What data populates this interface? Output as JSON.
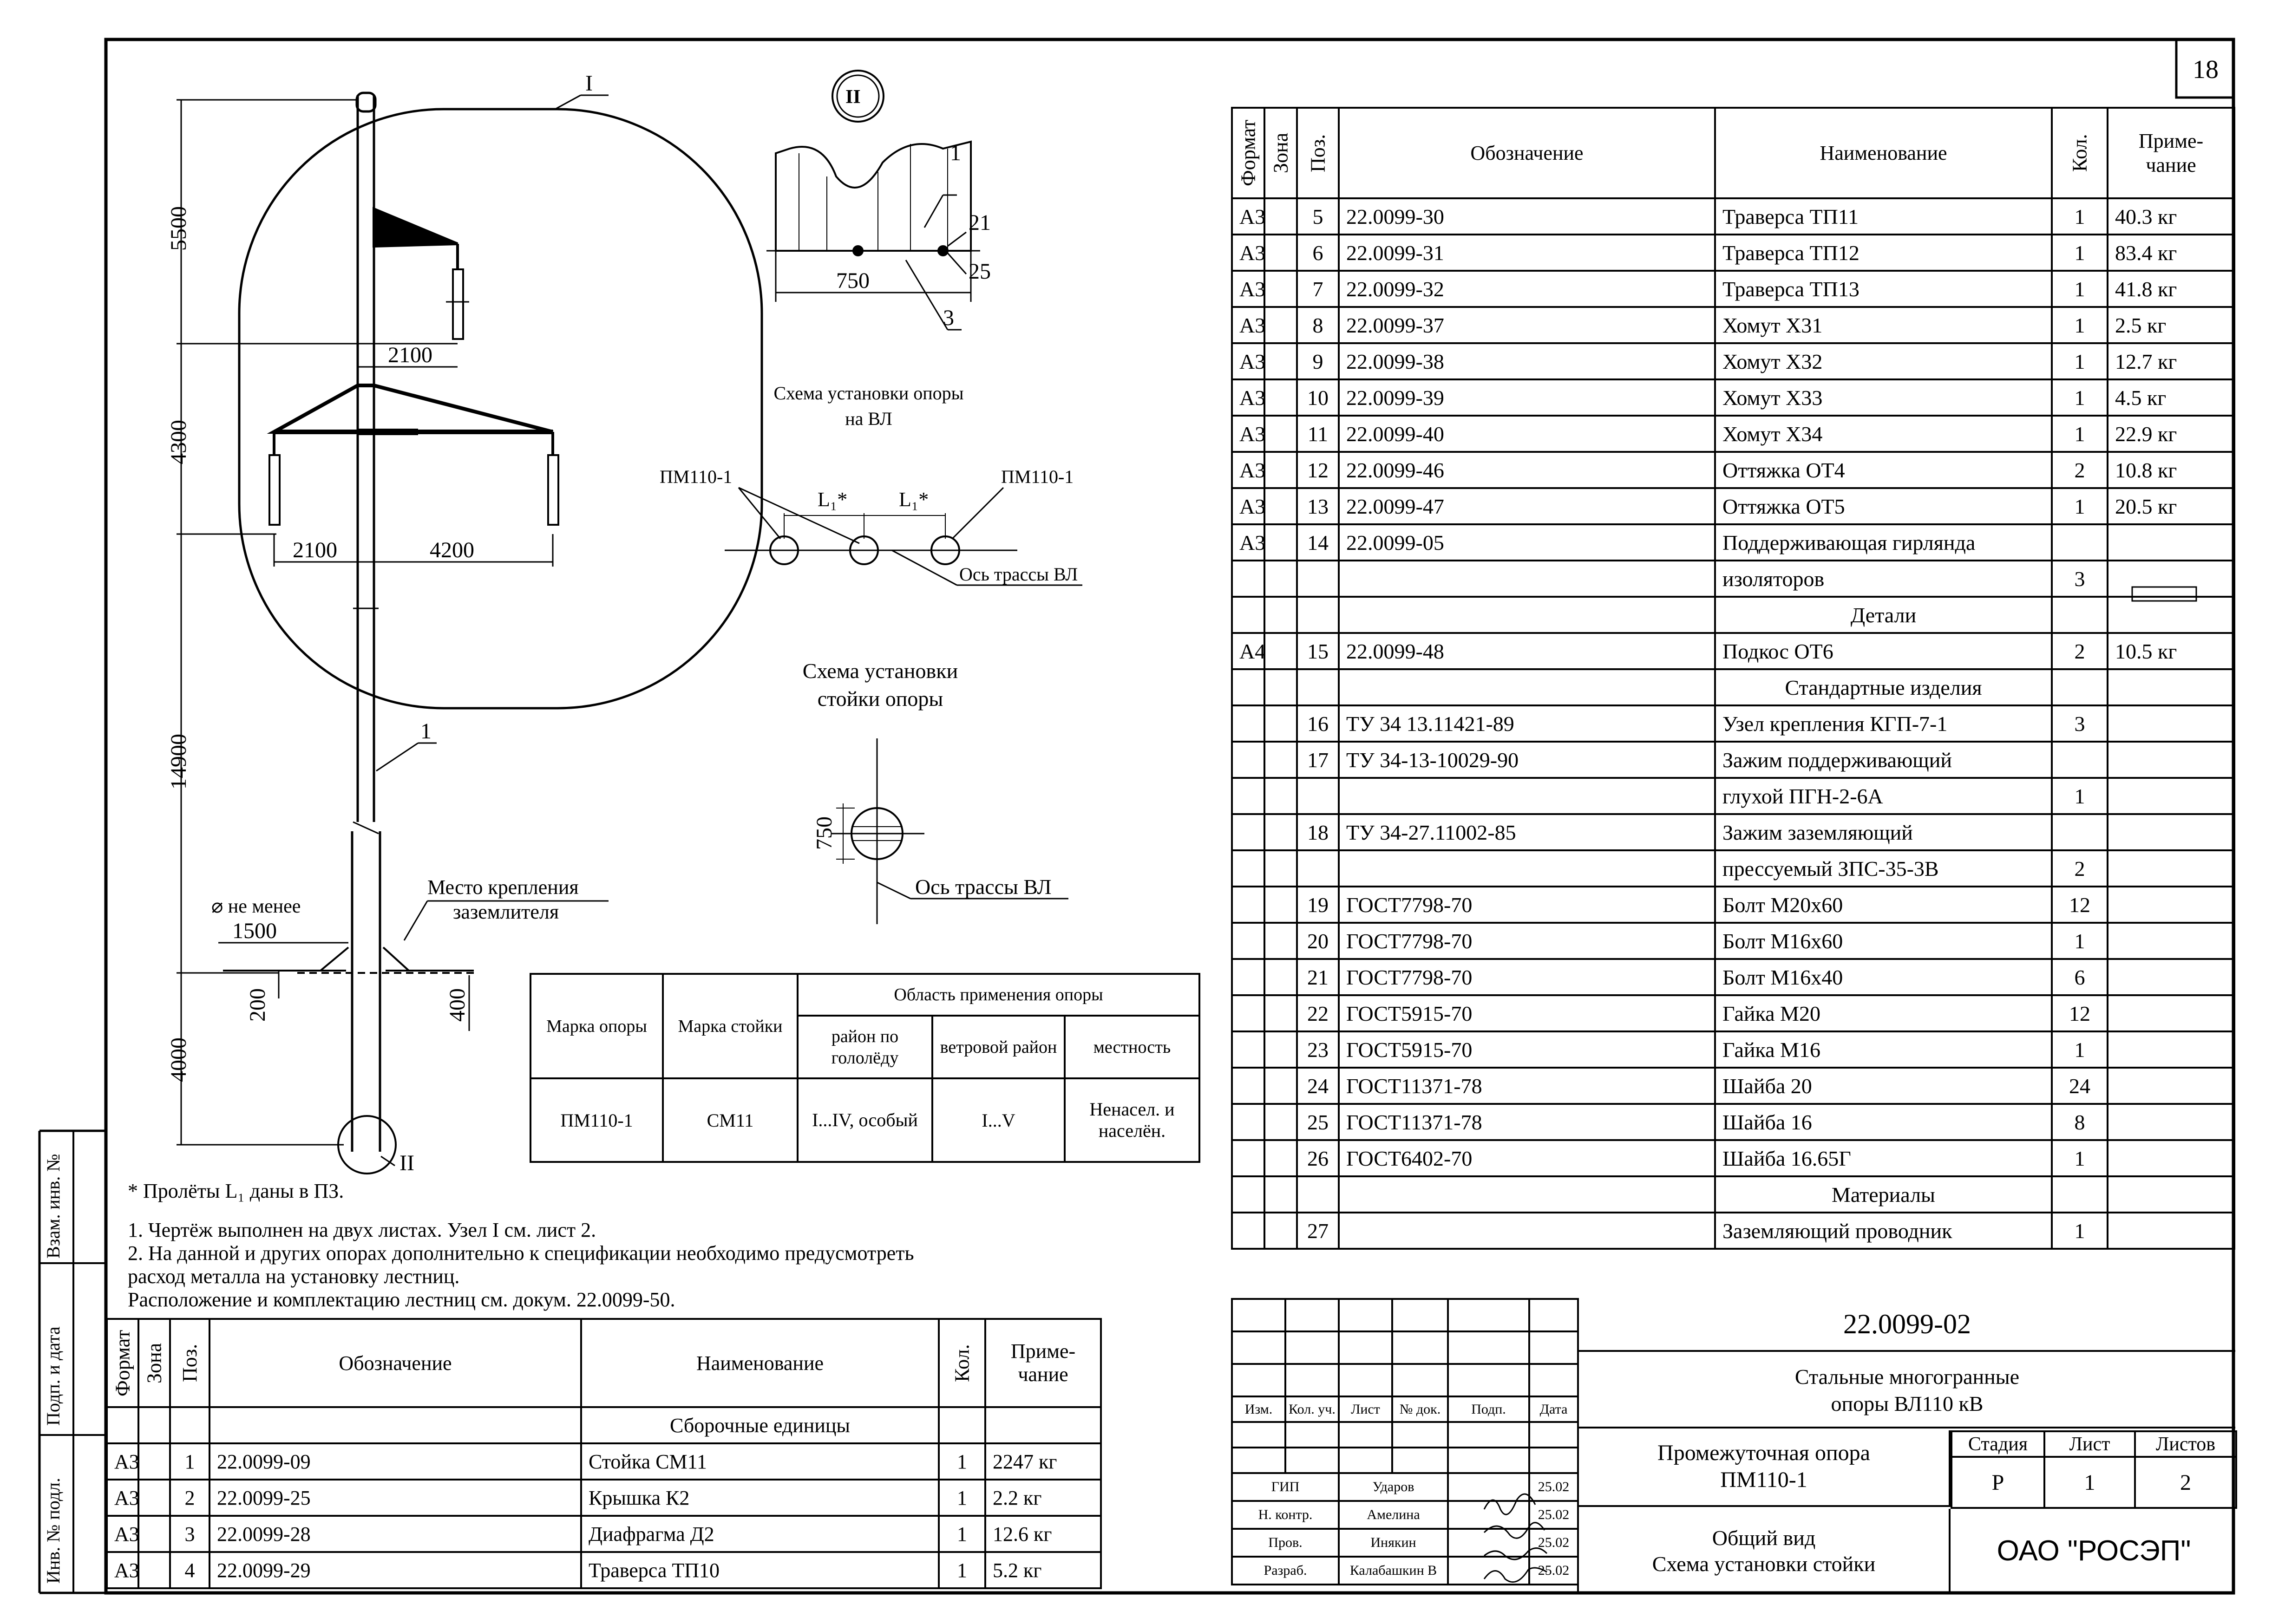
{
  "sheet_number": "18",
  "drawing": {
    "callouts": {
      "i": "I",
      "ii": "II",
      "one": "1",
      "three": "3",
      "twentyone": "21",
      "twentyfive": "25"
    },
    "dims": {
      "d5500": "5500",
      "d4300": "4300",
      "d14900": "14900",
      "d4000": "4000",
      "d2100a": "2100",
      "d2100b": "2100",
      "d4200": "4200",
      "d1500": "1500",
      "d200": "200",
      "d400": "400",
      "d750a": "750",
      "d750b": "750"
    },
    "labels": {
      "min_dia": "⌀ не менее",
      "ground_point_1": "Место крепления",
      "ground_point_2": "заземлителя",
      "scheme_line_title_1": "Схема установки опоры",
      "scheme_line_title_2": "на ВЛ",
      "pm_left": "ПМ110-1",
      "pm_right": "ПМ110-1",
      "span_l1a": "L₁*",
      "span_l1b": "L₁*",
      "axis_vl_1": "Ось трассы ВЛ",
      "stand_title_1": "Схема установки",
      "stand_title_2": "стойки опоры",
      "axis_vl_2": "Ось трассы ВЛ"
    }
  },
  "application_table": {
    "h_brand": "Марка опоры",
    "h_stand": "Марка стойки",
    "h_area": "Область применения опоры",
    "h_ice": "район по гололёду",
    "h_wind": "ветровой район",
    "h_terrain": "местность",
    "v_brand": "ПМ110-1",
    "v_stand": "СМ11",
    "v_ice": "I...IV, особый",
    "v_wind": "I...V",
    "v_terrain": "Ненасел. и населён."
  },
  "notes": {
    "star": "* Пролёты L₁ даны в ПЗ.",
    "n1": "1. Чертёж выполнен на двух листах. Узел I см. лист 2.",
    "n2a": "2. На данной и других опорах дополнительно к спецификации необходимо предусмотреть",
    "n2b": "расход металла на установку лестниц.",
    "n2c": "Расположение и комплектацию лестниц см. докум. 22.0099-50."
  },
  "spec_headers": {
    "format": "Формат",
    "zone": "Зона",
    "pos": "Поз.",
    "designation": "Обозначение",
    "name": "Наименование",
    "qty": "Кол.",
    "note": "Приме-чание"
  },
  "spec_left": [
    {
      "f": "",
      "z": "",
      "p": "",
      "d": "",
      "n": "Сборочные единицы",
      "q": "",
      "r": ""
    },
    {
      "f": "А3",
      "z": "",
      "p": "1",
      "d": "22.0099-09",
      "n": "Стойка СМ11",
      "q": "1",
      "r": "2247 кг"
    },
    {
      "f": "А3",
      "z": "",
      "p": "2",
      "d": "22.0099-25",
      "n": "Крышка К2",
      "q": "1",
      "r": "2.2 кг"
    },
    {
      "f": "А3",
      "z": "",
      "p": "3",
      "d": "22.0099-28",
      "n": "Диафрагма Д2",
      "q": "1",
      "r": "12.6 кг"
    },
    {
      "f": "А3",
      "z": "",
      "p": "4",
      "d": "22.0099-29",
      "n": "Траверса ТП10",
      "q": "1",
      "r": "5.2 кг"
    }
  ],
  "spec_right": [
    {
      "f": "А3",
      "z": "",
      "p": "5",
      "d": "22.0099-30",
      "n": "Траверса ТП11",
      "q": "1",
      "r": "40.3 кг"
    },
    {
      "f": "А3",
      "z": "",
      "p": "6",
      "d": "22.0099-31",
      "n": "Траверса ТП12",
      "q": "1",
      "r": "83.4 кг"
    },
    {
      "f": "А3",
      "z": "",
      "p": "7",
      "d": "22.0099-32",
      "n": "Траверса ТП13",
      "q": "1",
      "r": "41.8 кг"
    },
    {
      "f": "А3",
      "z": "",
      "p": "8",
      "d": "22.0099-37",
      "n": "Хомут Х31",
      "q": "1",
      "r": "2.5 кг"
    },
    {
      "f": "А3",
      "z": "",
      "p": "9",
      "d": "22.0099-38",
      "n": "Хомут Х32",
      "q": "1",
      "r": "12.7 кг"
    },
    {
      "f": "А3",
      "z": "",
      "p": "10",
      "d": "22.0099-39",
      "n": "Хомут Х33",
      "q": "1",
      "r": "4.5 кг"
    },
    {
      "f": "А3",
      "z": "",
      "p": "11",
      "d": "22.0099-40",
      "n": "Хомут Х34",
      "q": "1",
      "r": "22.9 кг"
    },
    {
      "f": "А3",
      "z": "",
      "p": "12",
      "d": "22.0099-46",
      "n": "Оттяжка ОТ4",
      "q": "2",
      "r": "10.8 кг"
    },
    {
      "f": "А3",
      "z": "",
      "p": "13",
      "d": "22.0099-47",
      "n": "Оттяжка ОТ5",
      "q": "1",
      "r": "20.5 кг"
    },
    {
      "f": "А3",
      "z": "",
      "p": "14",
      "d": "22.0099-05",
      "n": "Поддерживающая гирлянда",
      "q": "",
      "r": ""
    },
    {
      "f": "",
      "z": "",
      "p": "",
      "d": "",
      "n": "изоляторов",
      "q": "3",
      "r": ""
    },
    {
      "f": "",
      "z": "",
      "p": "",
      "d": "",
      "n": "Детали",
      "q": "",
      "r": ""
    },
    {
      "f": "А4",
      "z": "",
      "p": "15",
      "d": "22.0099-48",
      "n": "Подкос ОТ6",
      "q": "2",
      "r": "10.5 кг"
    },
    {
      "f": "",
      "z": "",
      "p": "",
      "d": "",
      "n": "Стандартные изделия",
      "q": "",
      "r": ""
    },
    {
      "f": "",
      "z": "",
      "p": "16",
      "d": "ТУ 34 13.11421-89",
      "n": "Узел крепления КГП-7-1",
      "q": "3",
      "r": ""
    },
    {
      "f": "",
      "z": "",
      "p": "17",
      "d": "ТУ 34-13-10029-90",
      "n": "Зажим поддерживающий",
      "q": "",
      "r": ""
    },
    {
      "f": "",
      "z": "",
      "p": "",
      "d": "",
      "n": "глухой ПГН-2-6А",
      "q": "1",
      "r": ""
    },
    {
      "f": "",
      "z": "",
      "p": "18",
      "d": "ТУ 34-27.11002-85",
      "n": "Зажим заземляющий",
      "q": "",
      "r": ""
    },
    {
      "f": "",
      "z": "",
      "p": "",
      "d": "",
      "n": "прессуемый ЗПС-35-3В",
      "q": "2",
      "r": ""
    },
    {
      "f": "",
      "z": "",
      "p": "19",
      "d": "ГОСТ7798-70",
      "n": "Болт М20х60",
      "q": "12",
      "r": ""
    },
    {
      "f": "",
      "z": "",
      "p": "20",
      "d": "ГОСТ7798-70",
      "n": "Болт М16х60",
      "q": "1",
      "r": ""
    },
    {
      "f": "",
      "z": "",
      "p": "21",
      "d": "ГОСТ7798-70",
      "n": "Болт М16х40",
      "q": "6",
      "r": ""
    },
    {
      "f": "",
      "z": "",
      "p": "22",
      "d": "ГОСТ5915-70",
      "n": "Гайка М20",
      "q": "12",
      "r": ""
    },
    {
      "f": "",
      "z": "",
      "p": "23",
      "d": "ГОСТ5915-70",
      "n": "Гайка М16",
      "q": "1",
      "r": ""
    },
    {
      "f": "",
      "z": "",
      "p": "24",
      "d": "ГОСТ11371-78",
      "n": "Шайба 20",
      "q": "24",
      "r": ""
    },
    {
      "f": "",
      "z": "",
      "p": "25",
      "d": "ГОСТ11371-78",
      "n": "Шайба 16",
      "q": "8",
      "r": ""
    },
    {
      "f": "",
      "z": "",
      "p": "26",
      "d": "ГОСТ6402-70",
      "n": "Шайба 16.65Г",
      "q": "1",
      "r": ""
    },
    {
      "f": "",
      "z": "",
      "p": "",
      "d": "",
      "n": "Материалы",
      "q": "",
      "r": ""
    },
    {
      "f": "",
      "z": "",
      "p": "27",
      "d": "",
      "n": "Заземляющий проводник",
      "q": "1",
      "r": ""
    }
  ],
  "left_stamp": {
    "inv_zam": "Взам. инв. №",
    "podp_data": "Подп. и дата",
    "inv_podl": "Инв. № подл."
  },
  "title_block": {
    "doc_code": "22.0099-02",
    "series_1": "Стальные многогранные",
    "series_2": "опоры ВЛ110 кВ",
    "h_izm": "Изм.",
    "h_koluch": "Кол. уч.",
    "h_list": "Лист",
    "h_ndok": "№ док.",
    "h_podp": "Подп.",
    "h_data": "Дата",
    "roles": [
      {
        "role": "ГИП",
        "name": "Ударов",
        "date": "25.02"
      },
      {
        "role": "Н. контр.",
        "name": "Амелина",
        "date": "25.02"
      },
      {
        "role": "Пров.",
        "name": "Инякин",
        "date": "25.02"
      },
      {
        "role": "Разраб.",
        "name": "Калабашкин В",
        "date": "25.02"
      }
    ],
    "object_1": "Промежуточная опора",
    "object_2": "ПМ110-1",
    "sheet_title_1": "Общий вид",
    "sheet_title_2": "Схема  установки стойки",
    "h_stage": "Стадия",
    "h_sheet": "Лист",
    "h_sheets": "Листов",
    "stage": "Р",
    "sheet": "1",
    "sheets": "2",
    "org": "ОАО \"РОСЭП\""
  }
}
